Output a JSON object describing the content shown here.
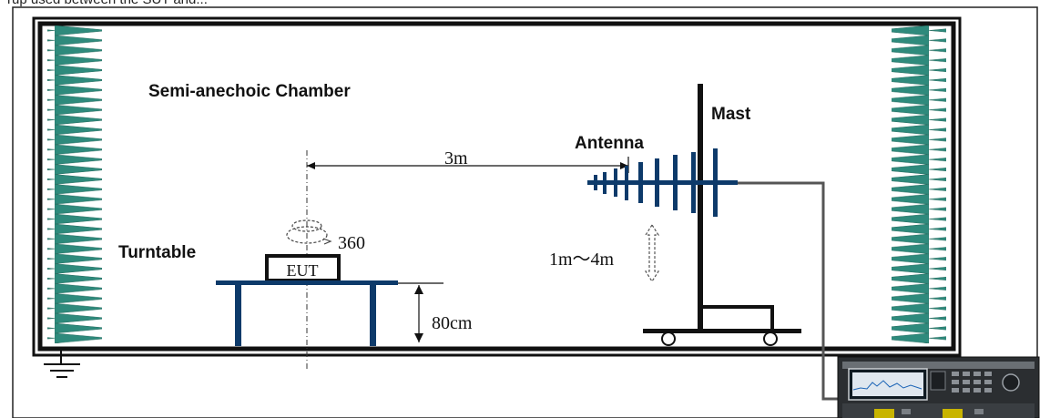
{
  "top_fragment": "rup used between the SUT and...",
  "labels": {
    "chamber": "Semi-anechoic Chamber",
    "mast": "Mast",
    "antenna": "Antenna",
    "distance": "3m",
    "rotation": "360",
    "height_range": "1m～4m",
    "turntable": "Turntable",
    "eut": "EUT",
    "table_height": "80cm"
  },
  "colors": {
    "absorber": "#2e8a7c",
    "structure": "#0d3a6a",
    "frame": "#111111",
    "cable": "#555555"
  },
  "icons": {
    "ground": "ground-icon",
    "analyzer": "spectrum-analyzer-icon"
  }
}
